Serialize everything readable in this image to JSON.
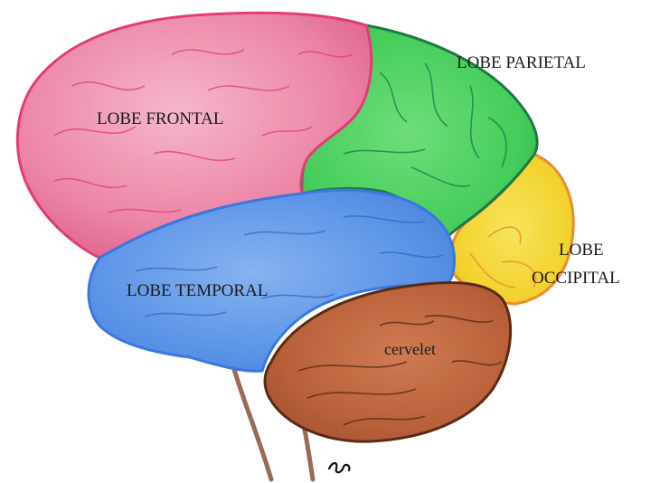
{
  "labels": {
    "frontal": "LOBE FRONTAL",
    "parietal": "LOBE PARIETAL",
    "occipital_line1": "LOBE",
    "occipital_line2": "OCCIPITAL",
    "temporal": "LOBE TEMPORAL",
    "cervelet": "cervelet"
  },
  "colors": {
    "frontal": "#ec86a6",
    "frontal_outline": "#e23d73",
    "parietal": "#44cc5a",
    "parietal_outline": "#1d7a45",
    "occipital": "#f2d22c",
    "occipital_outline": "#ee8a2c",
    "temporal": "#5a93e6",
    "temporal_outline": "#3a78e0",
    "cervelet": "#b9613a",
    "cervelet_outline": "#5a2a14",
    "brainstem": "#9a6a55"
  }
}
